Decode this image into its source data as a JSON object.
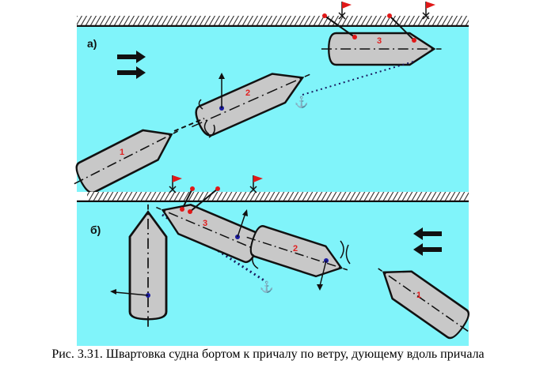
{
  "panels": [
    {
      "label": "а)",
      "wind_direction": "right",
      "ships": [
        "1",
        "2",
        "3"
      ]
    },
    {
      "label": "б)",
      "wind_direction": "left",
      "ships": [
        "1",
        "2",
        "3"
      ]
    }
  ],
  "caption": "Рис. 3.31. Швартовка судна бортом к причалу по ветру, дующему вдоль причала",
  "colors": {
    "water": "#80f4fa",
    "hull": "#c8c8c8",
    "flag": "#e01818",
    "point": "#1a1aa0"
  }
}
